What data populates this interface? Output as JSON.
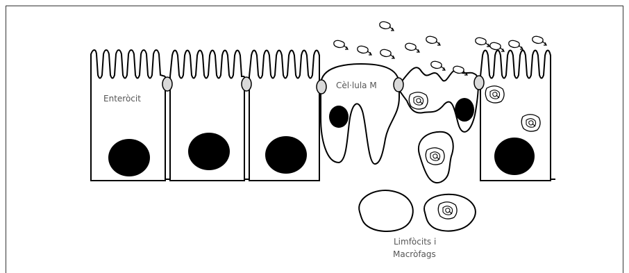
{
  "labels": {
    "enterocyte": "Enteròcit",
    "m_cell": "Cèl·lula M",
    "lymph_line1": "Limfòcits i",
    "lymph_line2": "Macròfags"
  },
  "colors": {
    "stroke": "#000000",
    "nucleus": "#000000",
    "junction": "#d9d9d9",
    "label": "#555555"
  },
  "icons": {
    "bacterium": "bacterium-icon",
    "nucleus": "nucleus-icon",
    "junction": "tight-junction-icon"
  }
}
